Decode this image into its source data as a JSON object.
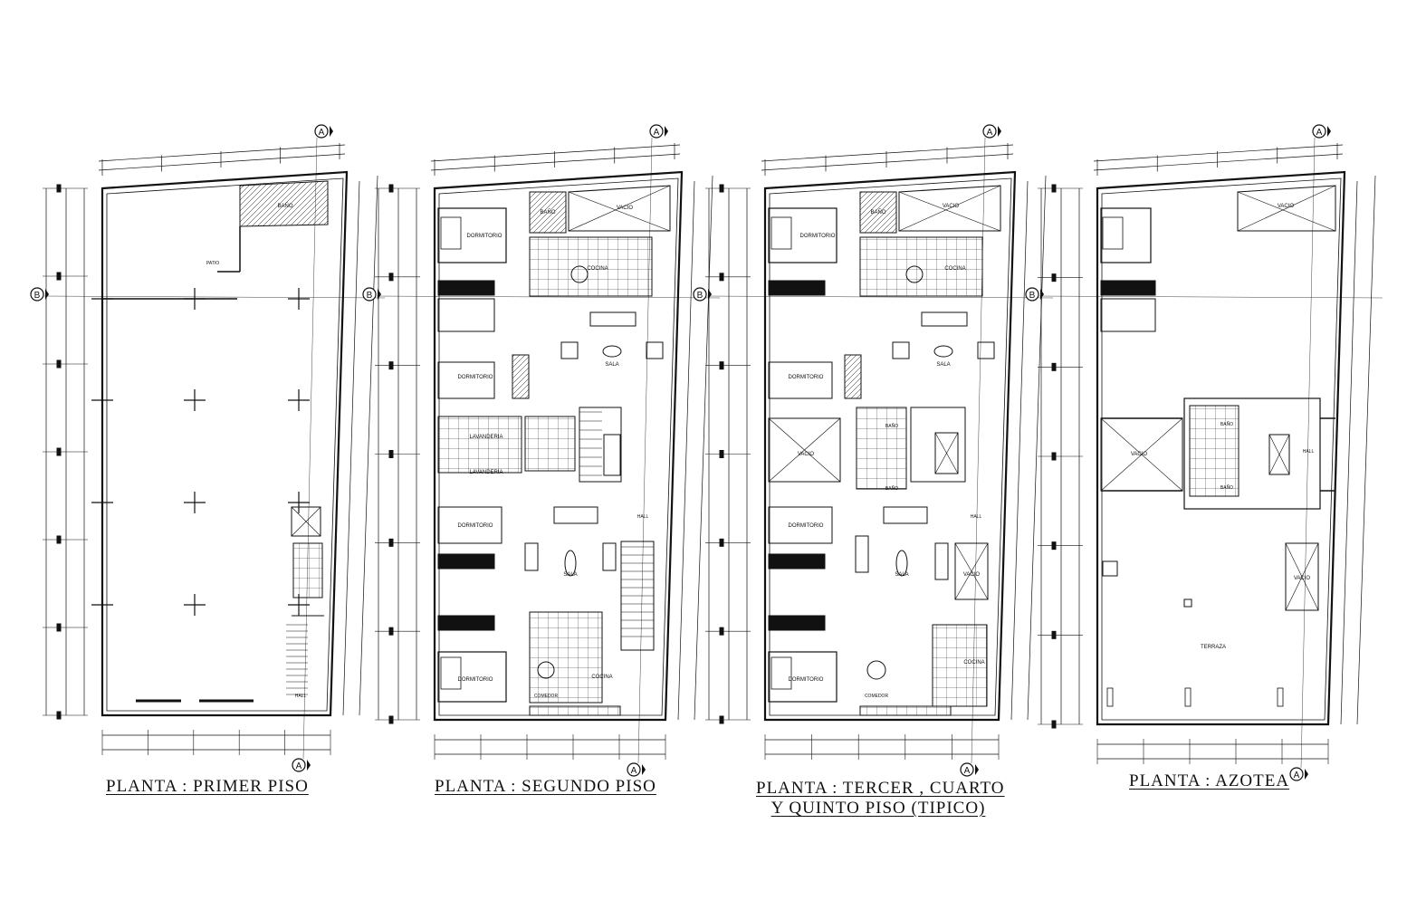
{
  "plans": [
    {
      "id": "primer-piso",
      "title": "PLANTA : PRIMER PISO",
      "title_lines": [
        "PLANTA : PRIMER PISO"
      ]
    },
    {
      "id": "segundo-piso",
      "title": "PLANTA : SEGUNDO PISO",
      "title_lines": [
        "PLANTA : SEGUNDO PISO"
      ]
    },
    {
      "id": "tipico",
      "title": "PLANTA : TERCER , CUARTO Y QUINTO PISO (TIPICO)",
      "title_lines": [
        "PLANTA : TERCER , CUARTO",
        "Y QUINTO PISO (TIPICO)"
      ]
    },
    {
      "id": "azotea",
      "title": "PLANTA : AZOTEA",
      "title_lines": [
        "PLANTA : AZOTEA"
      ]
    }
  ],
  "axis_markers": {
    "a": "A",
    "b": "B"
  },
  "room_labels": {
    "vacio": "VACIO",
    "sala": "SALA",
    "cocina": "COCINA",
    "dormitorio": "DORMITORIO",
    "terraza": "TERRAZA",
    "patio": "PATIO",
    "bano": "BAÑO",
    "lavanderia": "LAVANDERIA",
    "comedor": "COMEDOR",
    "hall": "HALL"
  },
  "colors": {
    "line": "#111111",
    "paper": "#ffffff"
  }
}
